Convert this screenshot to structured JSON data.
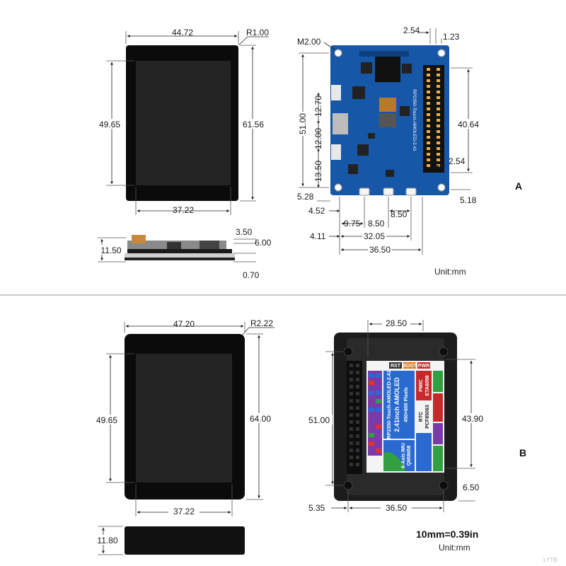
{
  "panel_a": {
    "label": "A",
    "unit": "Unit:mm",
    "front": {
      "width": "44.72",
      "radius": "R1.00",
      "active_height": "49.65",
      "total_height": "61.56",
      "active_width": "37.22"
    },
    "side": {
      "total": "11.50",
      "d1": "3.50",
      "d2": "6.00",
      "d3": "0.70"
    },
    "board": {
      "hole": "M2.00",
      "pitch": "2.54",
      "pin_offset": "1.23",
      "board_height": "51.00",
      "conn1": "12.70",
      "conn2": "12.00",
      "conn3": "13.50",
      "header_length": "40.64",
      "header_pitch": "2.54",
      "bottom_offset": "5.28",
      "left_offset": "4.52",
      "right_offset": "5.18",
      "btn1": "9.75",
      "btn2": "8.50",
      "btn3": "8.50",
      "left_margin": "4.11",
      "btn_span": "32.05",
      "board_width": "36.50",
      "silk_text": "RP2350-Touch-AMOLED-2.41"
    }
  },
  "panel_b": {
    "label": "B",
    "unit": "Unit:mm",
    "conversion": "10mm=0.39in",
    "front": {
      "width": "47.20",
      "radius": "R2.22",
      "active_height": "49.65",
      "total_height": "64.00",
      "active_width": "37.22"
    },
    "side": {
      "total": "11.80"
    },
    "back": {
      "top_width": "28.50",
      "hole_height": "51.00",
      "right_height": "43.90",
      "bottom_right": "6.50",
      "bottom_left": "5.35",
      "hole_span": "36.50",
      "sticker": {
        "rst": "RST",
        "boot": "BOOT",
        "pwr": "PWR",
        "title": "RP2350-Touch-AMOLED-2.41",
        "subtitle": "2.41inch AMOLED",
        "pixels": "450×600 Pixels",
        "pmic": "PMIC",
        "pmic_chip": "ETA6098",
        "rtc": "RTC",
        "rtc_chip": "PCF85063",
        "imu": "6-Axis IMU",
        "imu_chip": "QMI8658"
      }
    }
  },
  "watermark": "LYTB"
}
